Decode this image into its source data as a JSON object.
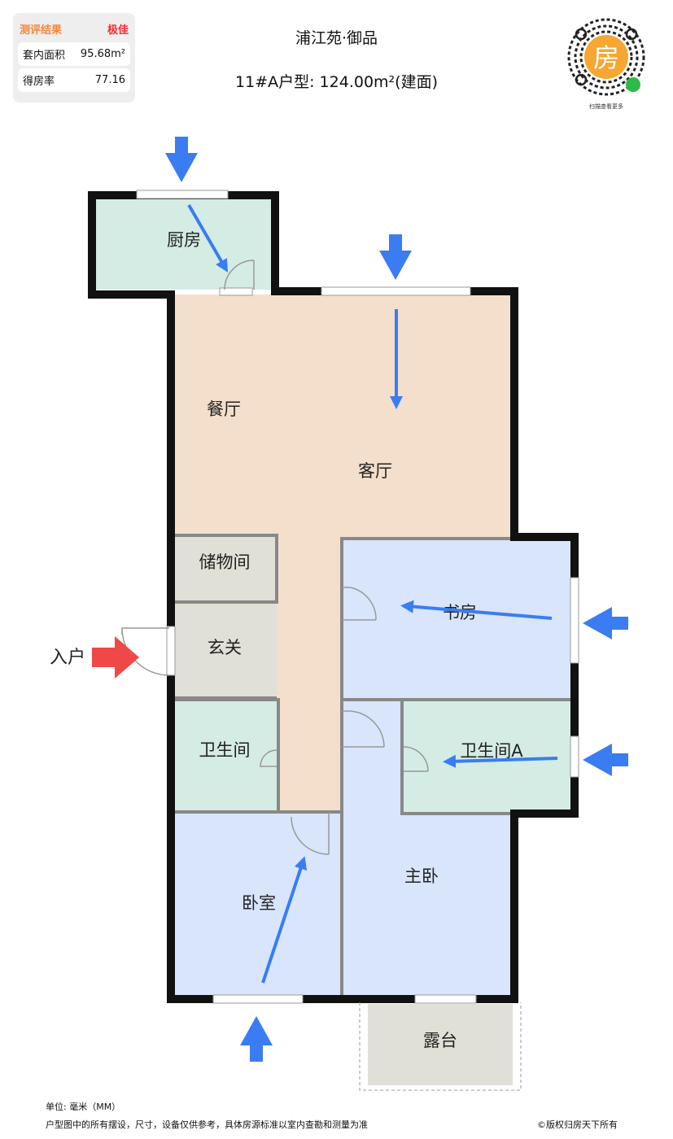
{
  "summary": {
    "heading": "测评结果",
    "rating": "极佳",
    "rows": [
      {
        "label": "套内面积",
        "value": "95.68m²"
      },
      {
        "label": "得房率",
        "value": "77.16"
      }
    ]
  },
  "header": {
    "project": "浦江苑·御品",
    "unit": "11#A户型: 124.00m²(建面)"
  },
  "qr": {
    "center_char": "房",
    "caption": "扫描查看更多"
  },
  "rooms": {
    "kitchen": "厨房",
    "dining": "餐厅",
    "living": "客厅",
    "storage": "储物间",
    "foyer": "玄关",
    "bath": "卫生间",
    "study": "书房",
    "bath_a": "卫生间A",
    "master": "主卧",
    "bedroom": "卧室",
    "terrace": "露台"
  },
  "entry": "入户",
  "footer": {
    "unit": "单位: 毫米（MM）",
    "disclaimer": "户型图中的所有摆设，尺寸，设备仅供参考，具体房源标准以室内查勘和测量为准",
    "copyright": "©版权归房天下所有"
  },
  "colors": {
    "living": "#f3dfcb",
    "wet": "#d4ece4",
    "bed": "#d8e5fb",
    "gray": "#e1e0d6",
    "arrow": "#3a7cf2",
    "entry_arrow": "#f04848"
  }
}
